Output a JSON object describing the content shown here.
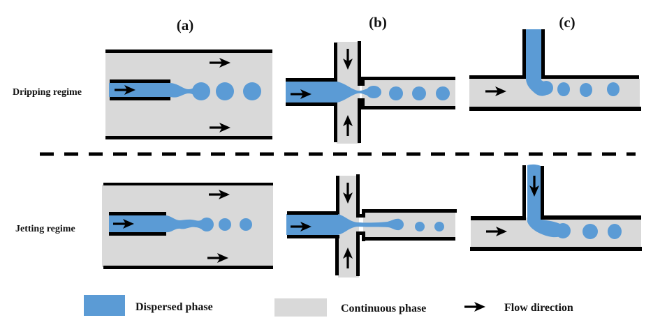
{
  "figure": {
    "panels": [
      {
        "id": "a",
        "label": "(a)",
        "device": "co-flow"
      },
      {
        "id": "b",
        "label": "(b)",
        "device": "flow-focusing"
      },
      {
        "id": "c",
        "label": "(c)",
        "device": "T-junction"
      }
    ],
    "rows": [
      {
        "id": "dripping",
        "label": "Dripping regime"
      },
      {
        "id": "jetting",
        "label": "Jetting regime"
      }
    ],
    "legend": [
      {
        "id": "dispersed",
        "label": "Dispersed phase",
        "swatch": "blue-box"
      },
      {
        "id": "continuous",
        "label": "Continuous phase",
        "swatch": "grey-box"
      },
      {
        "id": "flow",
        "label": "Flow direction",
        "swatch": "arrow-icon"
      }
    ],
    "colors": {
      "dispersed": "#5b9bd5",
      "continuous": "#d9d9d9",
      "wall": "#000000"
    }
  }
}
